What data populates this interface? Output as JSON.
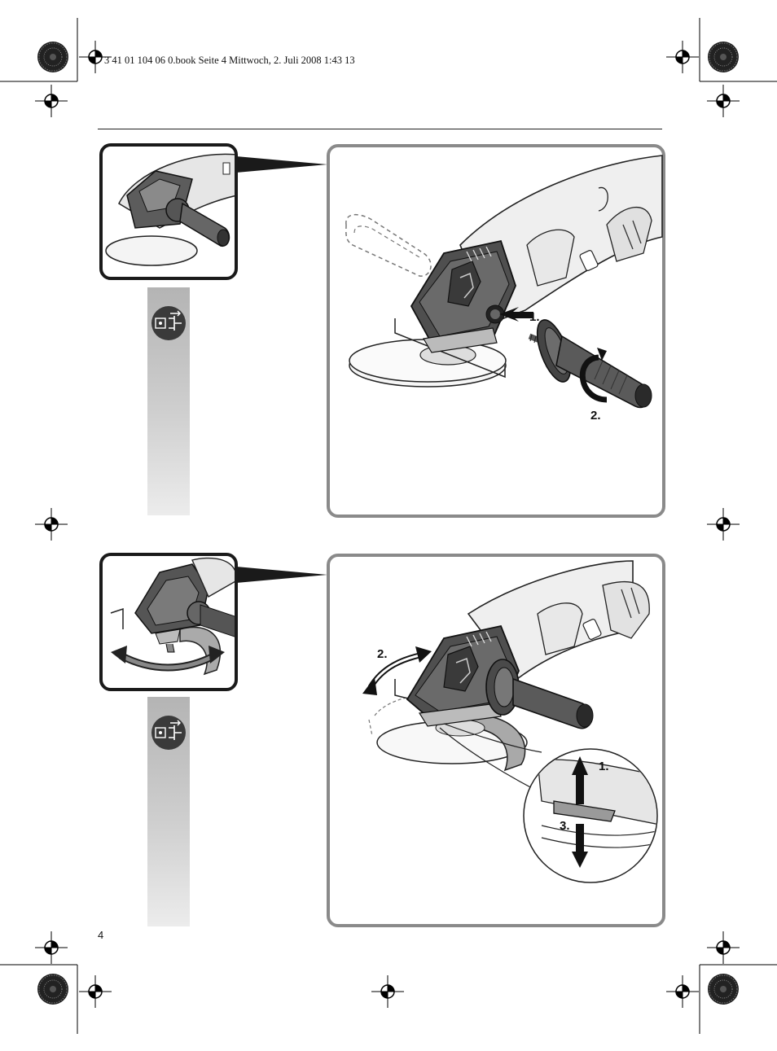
{
  "header": {
    "print_info": "3 41 01 104 06 0.book  Seite 4  Mittwoch, 2. Juli 2008  1:43 13"
  },
  "page_number": "4",
  "figure_1": {
    "step_labels": [
      "1.",
      "2."
    ],
    "icon": "unplug-before-service-icon"
  },
  "figure_2": {
    "step_labels": [
      "2.",
      "1.",
      "3."
    ],
    "icon": "unplug-before-service-icon"
  },
  "colors": {
    "panel_border": "#8a8a8a",
    "thumb_border": "#1a1a1a",
    "strip_top": "#b4b4b4",
    "strip_bottom": "#ececec"
  }
}
